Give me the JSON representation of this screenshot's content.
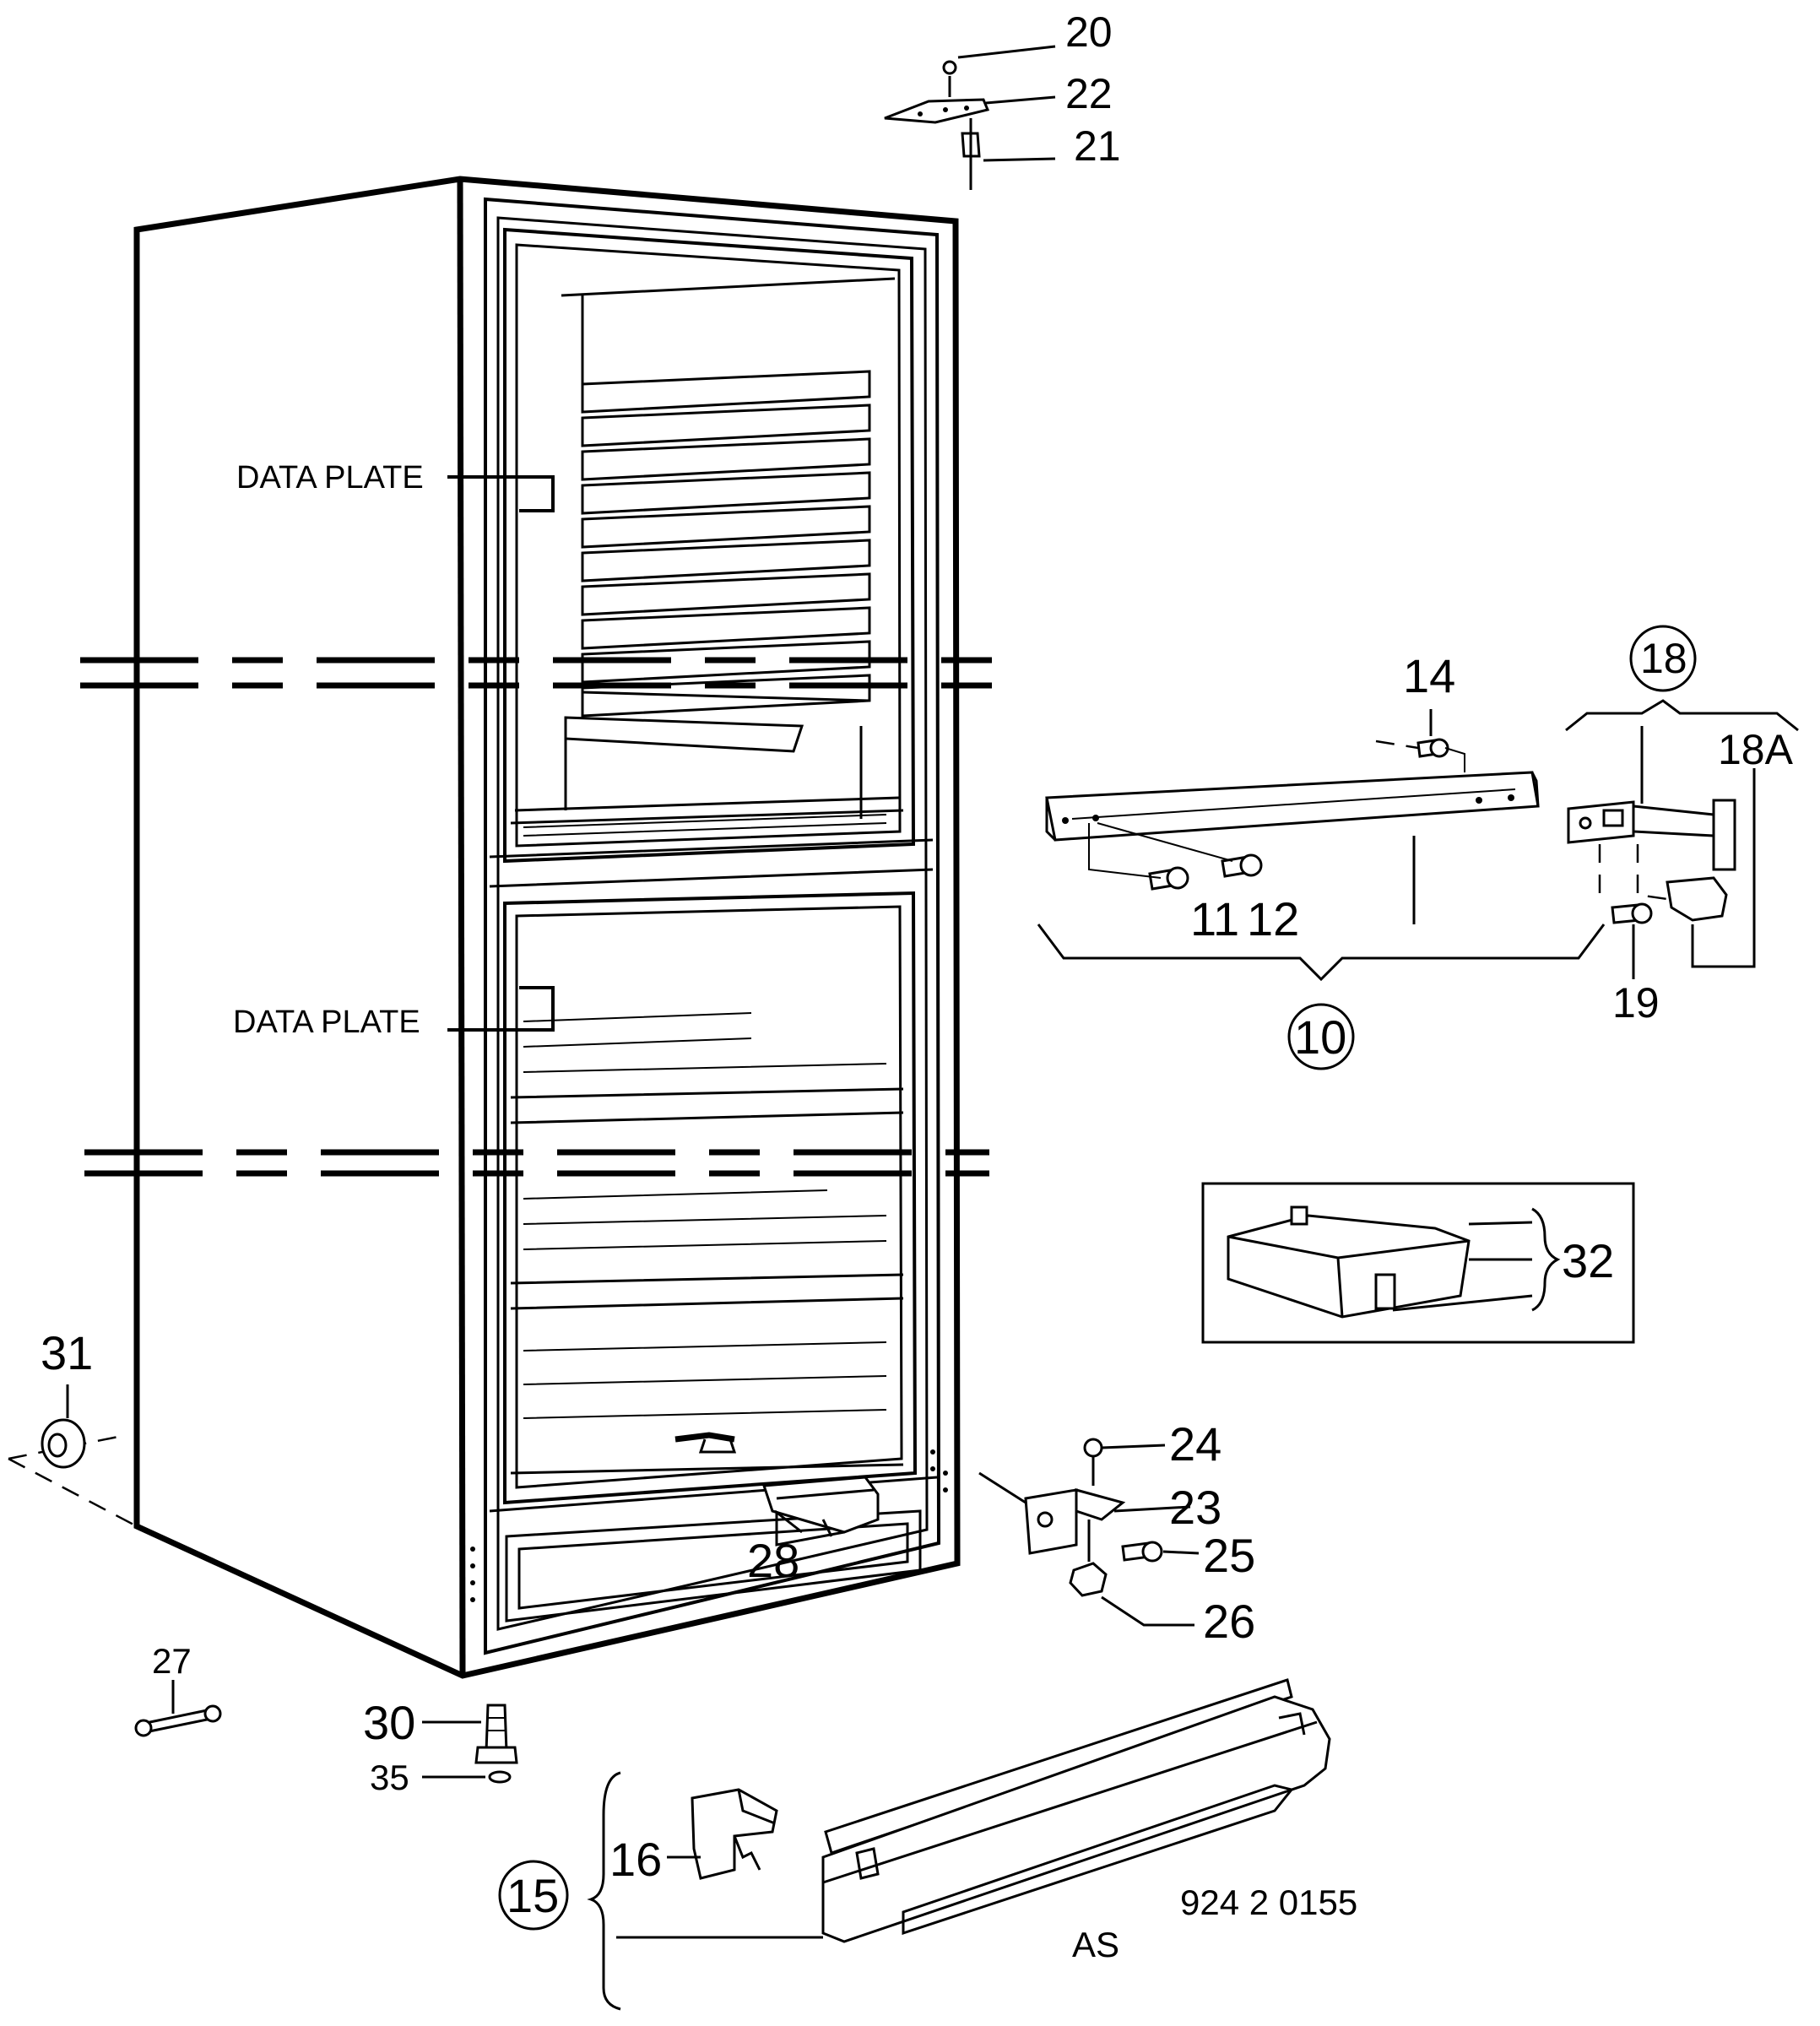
{
  "labels": {
    "data_plate_top": "DATA PLATE",
    "data_plate_bottom": "DATA PLATE",
    "p10": "10",
    "p11": "11",
    "p12": "12",
    "p14": "14",
    "p15": "15",
    "p16": "16",
    "p18": "18",
    "p18a": "18A",
    "p19": "19",
    "p20": "20",
    "p21": "21",
    "p22": "22",
    "p23": "23",
    "p24": "24",
    "p25": "25",
    "p26": "26",
    "p27": "27",
    "p28": "28",
    "p30": "30",
    "p31": "31",
    "p32": "32",
    "p35": "35",
    "code": "924 2 0155",
    "as": "AS"
  }
}
